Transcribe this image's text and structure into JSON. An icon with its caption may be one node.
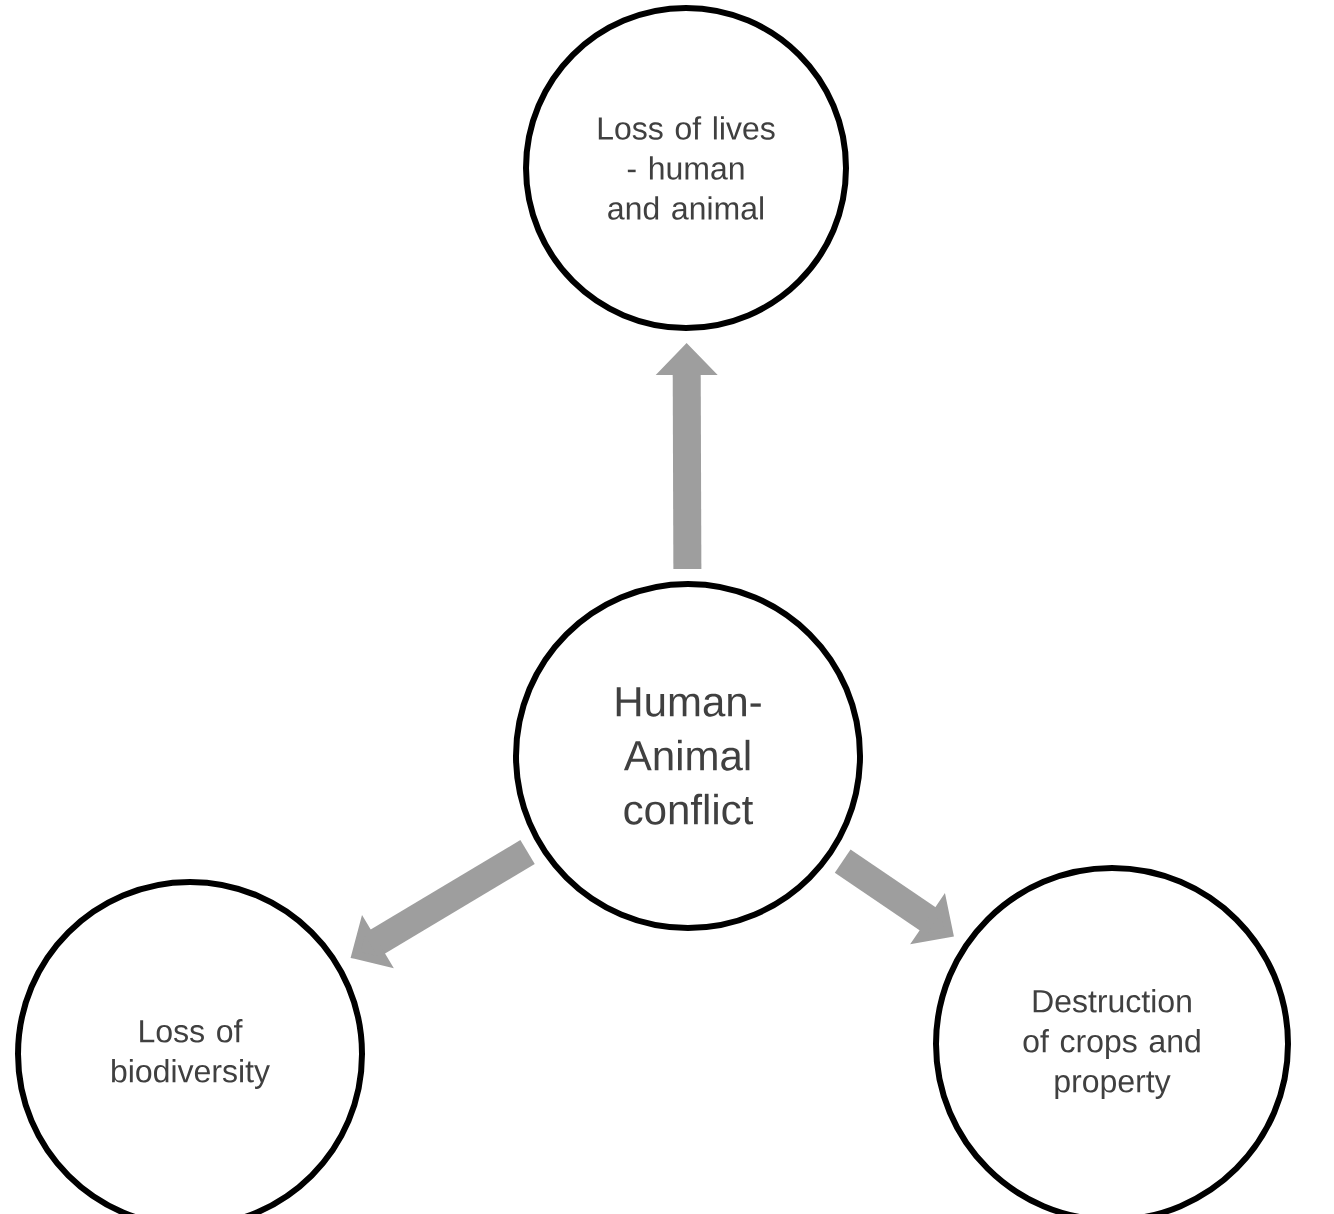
{
  "diagram": {
    "nodes": [
      {
        "text": [
          "Human-Animal conflict"
        ]
      },
      {
        "text": [
          "Loss of lives - human and animal"
        ]
      },
      {
        "text": [
          "Loss of biodiversity"
        ]
      },
      {
        "text": [
          "Destruction of crops and property"
        ]
      }
    ],
    "edges": [
      {
        "from": 0,
        "to": 1,
        "arrow": "to"
      },
      {
        "from": 0,
        "to": 2,
        "arrow": "to"
      },
      {
        "from": 0,
        "to": 3,
        "arrow": "to"
      }
    ]
  }
}
